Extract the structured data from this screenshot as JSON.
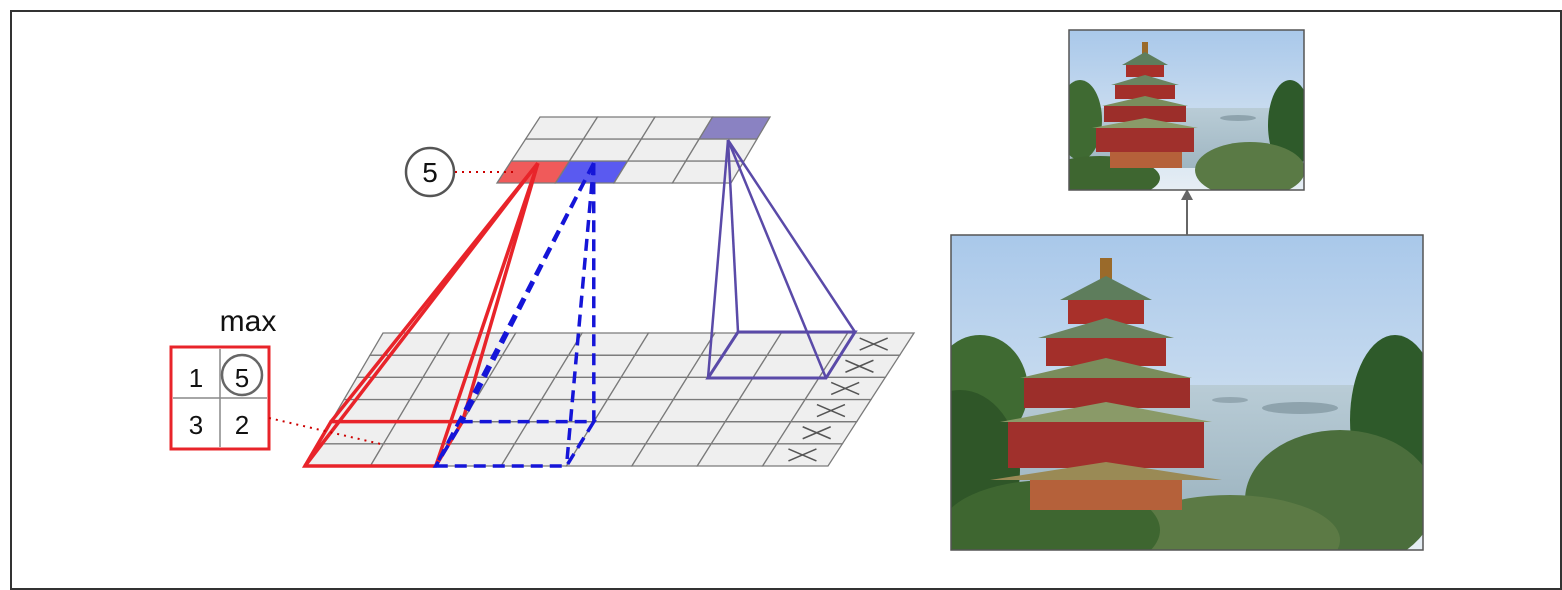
{
  "diagram": {
    "output_value": "5",
    "pool_label": "max",
    "pool_values": [
      "1",
      "5",
      "3",
      "2"
    ],
    "colors": {
      "red": "#e8242a",
      "blue": "#1515d8",
      "purple": "#5a4aa8",
      "cell_fill": "#efefef",
      "cell_stroke": "#7a7a7a",
      "red_cell": "#f05a5a",
      "blue_cell": "#5a5af0",
      "purple_cell": "#8a82c2"
    },
    "input_grid": {
      "rows": 6,
      "cols": 8,
      "cropped_rows_marked": 6
    },
    "output_grid": {
      "rows": 3,
      "cols": 4
    },
    "large_image": {
      "description_icon": "pagoda-photo-icon"
    },
    "small_image": {
      "description_icon": "pagoda-photo-small-icon"
    }
  }
}
